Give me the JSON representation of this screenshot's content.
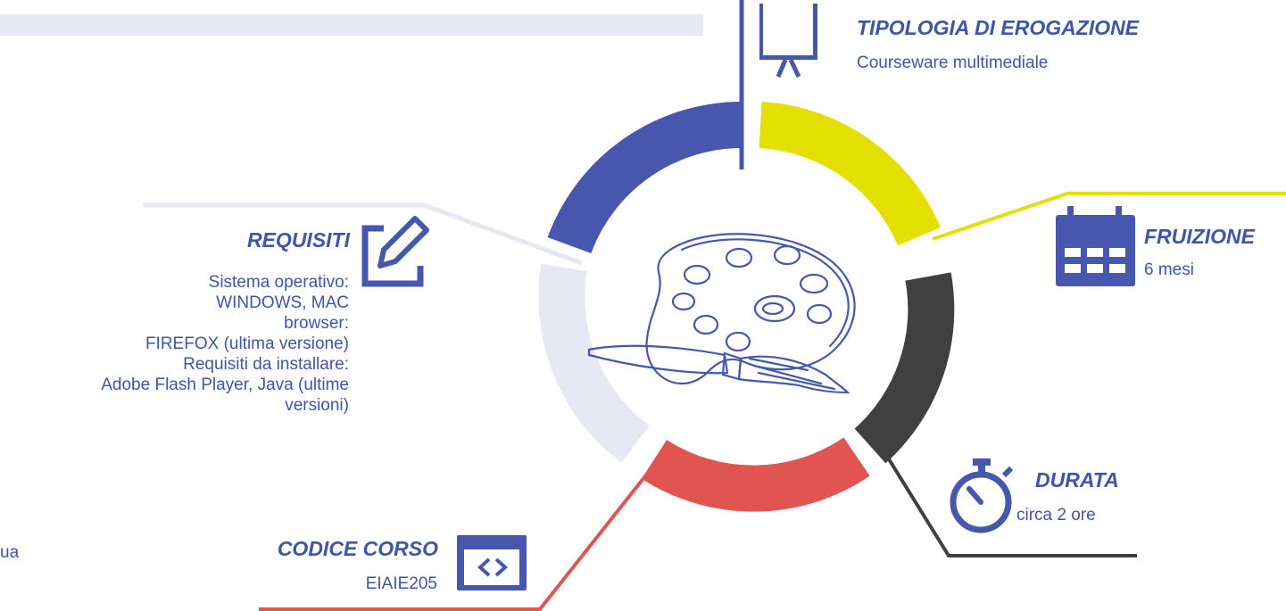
{
  "colors": {
    "blue": "#4657ad",
    "yellow": "#e3df00",
    "dark": "#404040",
    "red": "#e05552",
    "pale": "#e6e9f4",
    "header_bar": "#e7eaf5",
    "text": "#3f55a8"
  },
  "icons": {
    "tipologia": "presentation-board-icon",
    "fruizione": "calendar-icon",
    "durata": "stopwatch-icon",
    "codice": "code-window-icon",
    "requisiti": "edit-pencil-icon",
    "center": "paint-palette-brush-icon"
  },
  "tipologia": {
    "title": "TIPOLOGIA DI EROGAZIONE",
    "value": "Courseware multimediale"
  },
  "fruizione": {
    "title": "FRUIZIONE",
    "value_num": "6",
    "value_unit": " mesi"
  },
  "durata": {
    "title": "DURATA",
    "value": "circa 2 ore"
  },
  "codice": {
    "title": "CODICE CORSO",
    "value": "EIAIE205"
  },
  "requisiti": {
    "title": "REQUISITI",
    "lines": [
      "Sistema operativo:",
      "WINDOWS, MAC",
      "browser:",
      "FIREFOX (ultima versione)",
      "Requisiti da installare:",
      "Adobe Flash Player, Java (ultime",
      "versioni)"
    ]
  },
  "cutoff": {
    "text": "ua"
  }
}
